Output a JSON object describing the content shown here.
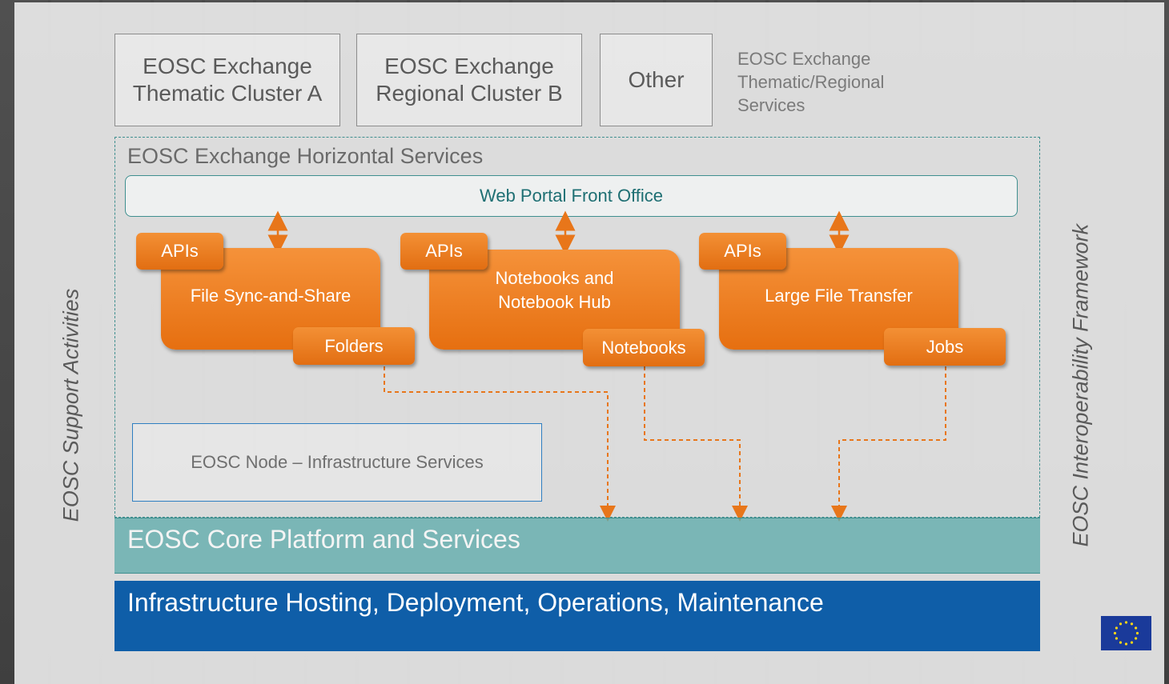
{
  "clusters": {
    "thematic": [
      "EOSC Exchange",
      "Thematic Cluster A"
    ],
    "regional": [
      "EOSC Exchange",
      "Regional Cluster B"
    ],
    "other": "Other",
    "note": [
      "EOSC Exchange",
      "Thematic/Regional",
      "Services"
    ]
  },
  "horizontal": {
    "title": "EOSC Exchange Horizontal Services",
    "portal": "Web Portal Front Office",
    "services": [
      {
        "api": "APIs",
        "name": [
          "File Sync-and-Share"
        ],
        "output": "Folders"
      },
      {
        "api": "APIs",
        "name": [
          "Notebooks and",
          "Notebook Hub"
        ],
        "output": "Notebooks"
      },
      {
        "api": "APIs",
        "name": [
          "Large File Transfer"
        ],
        "output": "Jobs"
      }
    ]
  },
  "node": "EOSC Node – Infrastructure Services",
  "core": "EOSC Core Platform and Services",
  "infra": "Infrastructure Hosting, Deployment, Operations, Maintenance",
  "side_left": "EOSC Support Activities",
  "side_right": "EOSC Interoperability Framework",
  "colors": {
    "orange": "#ee7d22",
    "teal": "#3f8f8f",
    "blue": "#0f5ea8",
    "node_border": "#2f7fc1"
  },
  "icons": {
    "eu_flag": "eu-flag-icon"
  }
}
